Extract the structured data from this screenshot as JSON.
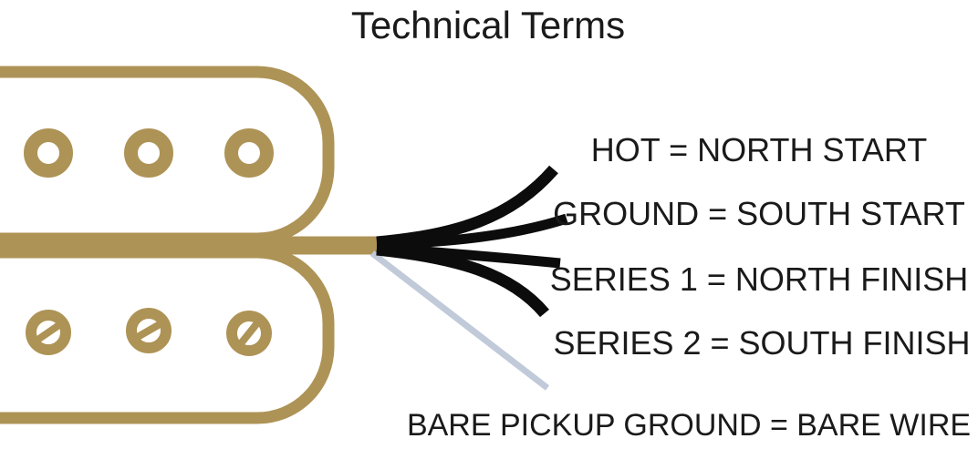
{
  "title": "Technical Terms",
  "diagram": {
    "pickup": {
      "type": "humbucker-pickup",
      "top_coil_pole_count": 3,
      "bottom_coil_screw_count": 3
    },
    "wire_labels": [
      {
        "wire": "hot",
        "text": "HOT = NORTH START"
      },
      {
        "wire": "ground",
        "text": "GROUND = SOUTH START"
      },
      {
        "wire": "series-1",
        "text": "SERIES 1 = NORTH FINISH"
      },
      {
        "wire": "series-2",
        "text": "SERIES 2 = SOUTH FINISH"
      }
    ],
    "bare_wire_label": "BARE PICKUP GROUND = BARE WIRE",
    "colors": {
      "bobbin_gold": "#ae9356",
      "wire_black": "#0c0c0c",
      "bare_wire_gray": "#c1cad9",
      "text": "#1a1a1a",
      "background": "#ffffff"
    }
  }
}
